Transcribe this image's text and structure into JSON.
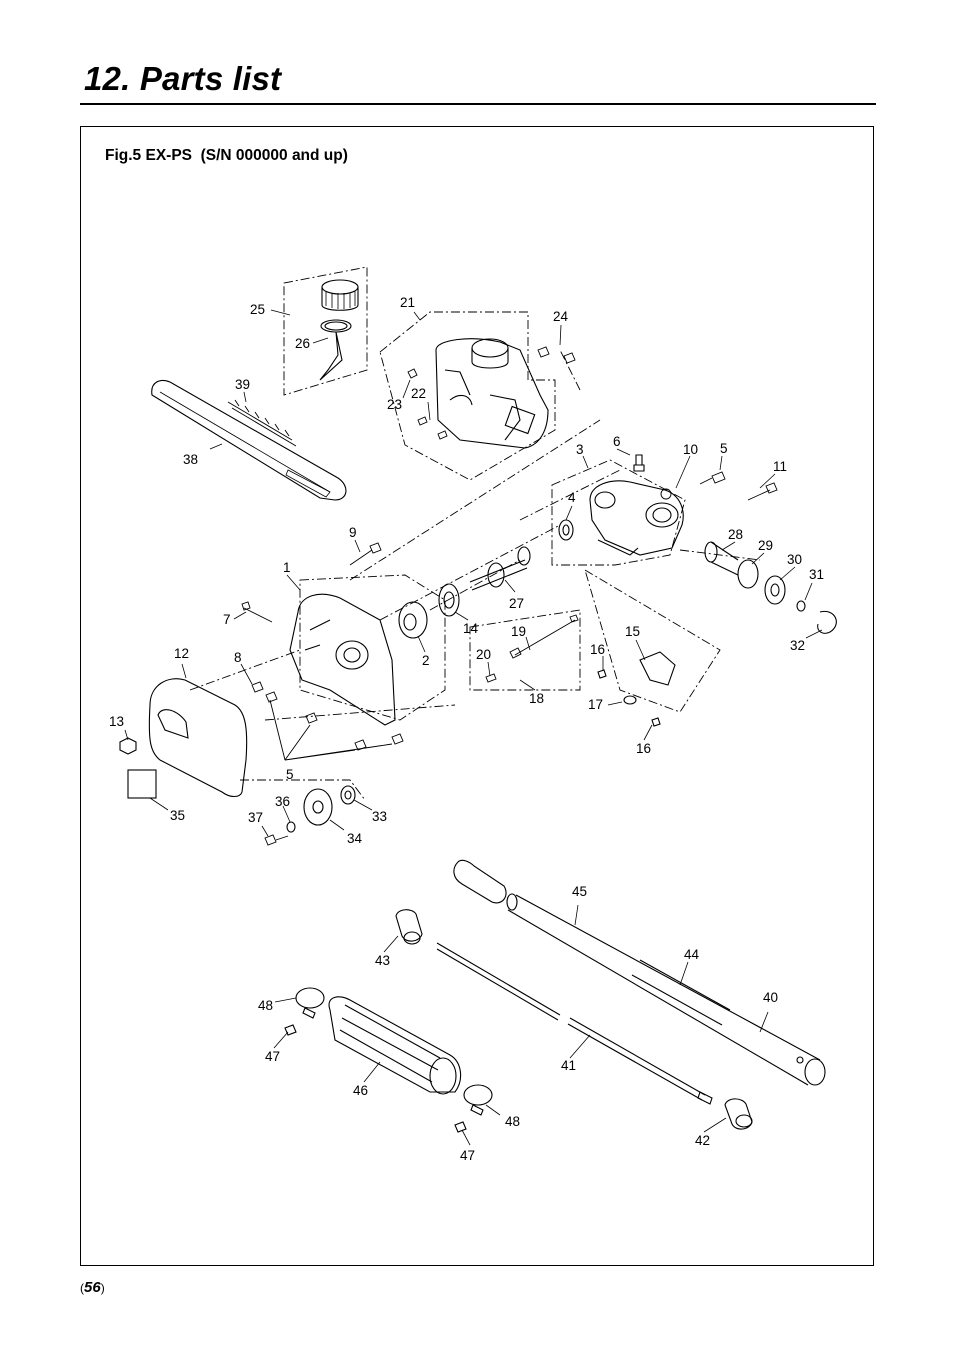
{
  "page": {
    "section_title": "12. Parts list",
    "figure_caption": "Fig.5 EX-PS  (S/N 000000 and up)",
    "page_number": "56"
  },
  "part_labels": [
    "1",
    "2",
    "3",
    "4",
    "5",
    "5",
    "6",
    "7",
    "8",
    "9",
    "10",
    "11",
    "12",
    "13",
    "14",
    "15",
    "16",
    "16",
    "17",
    "18",
    "19",
    "20",
    "21",
    "22",
    "23",
    "24",
    "25",
    "26",
    "27",
    "28",
    "29",
    "30",
    "31",
    "32",
    "33",
    "34",
    "35",
    "36",
    "37",
    "38",
    "39",
    "40",
    "41",
    "42",
    "43",
    "44",
    "45",
    "46",
    "47",
    "47",
    "48",
    "48"
  ],
  "colors": {
    "ink": "#000000",
    "paper": "#ffffff"
  }
}
